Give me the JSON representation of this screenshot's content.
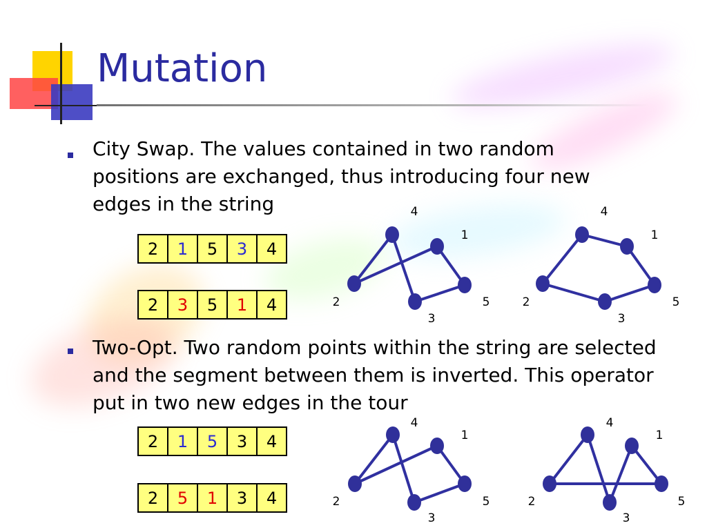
{
  "slide": {
    "title": "Mutation",
    "colors": {
      "title": "#2b2ba0",
      "cell_bg": "#ffff80",
      "swap_original": "#2b2bd0",
      "swap_new": "#e00000",
      "graph": "#30309a"
    }
  },
  "bullets": [
    {
      "text": "City Swap. The values contained in two random positions are exchanged, thus introducing four new edges in the string"
    },
    {
      "text": "Two-Opt. Two random points within the string are selected and the segment between them is inverted. This operator put in two new edges in the tour"
    }
  ],
  "strings": [
    {
      "cells": [
        {
          "v": "2"
        },
        {
          "v": "1",
          "c": "blue"
        },
        {
          "v": "5"
        },
        {
          "v": "3",
          "c": "blue"
        },
        {
          "v": "4"
        }
      ]
    },
    {
      "cells": [
        {
          "v": "2"
        },
        {
          "v": "3",
          "c": "red"
        },
        {
          "v": "5"
        },
        {
          "v": "1",
          "c": "red"
        },
        {
          "v": "4"
        }
      ]
    },
    {
      "cells": [
        {
          "v": "2"
        },
        {
          "v": "1",
          "c": "blue"
        },
        {
          "v": "5",
          "c": "blue"
        },
        {
          "v": "3"
        },
        {
          "v": "4"
        }
      ]
    },
    {
      "cells": [
        {
          "v": "2"
        },
        {
          "v": "5",
          "c": "red"
        },
        {
          "v": "1",
          "c": "red"
        },
        {
          "v": "3"
        },
        {
          "v": "4"
        }
      ]
    }
  ],
  "graphs": [
    {
      "node_labels": [
        "4",
        "1",
        "2",
        "5",
        "3"
      ],
      "edges": [
        [
          "4",
          "3"
        ],
        [
          "4",
          "2"
        ],
        [
          "2",
          "1"
        ],
        [
          "1",
          "5"
        ],
        [
          "5",
          "3"
        ]
      ]
    },
    {
      "node_labels": [
        "4",
        "1",
        "2",
        "5",
        "3"
      ],
      "edges": [
        [
          "4",
          "1"
        ],
        [
          "4",
          "2"
        ],
        [
          "2",
          "3"
        ],
        [
          "3",
          "5"
        ],
        [
          "5",
          "1"
        ]
      ]
    },
    {
      "node_labels": [
        "4",
        "1",
        "2",
        "5",
        "3"
      ],
      "edges": [
        [
          "4",
          "3"
        ],
        [
          "4",
          "2"
        ],
        [
          "2",
          "1"
        ],
        [
          "1",
          "5"
        ],
        [
          "5",
          "3"
        ]
      ]
    },
    {
      "node_labels": [
        "4",
        "1",
        "2",
        "5",
        "3"
      ],
      "edges": [
        [
          "4",
          "2"
        ],
        [
          "4",
          "3"
        ],
        [
          "3",
          "1"
        ],
        [
          "1",
          "5"
        ],
        [
          "5",
          "2"
        ]
      ]
    }
  ]
}
